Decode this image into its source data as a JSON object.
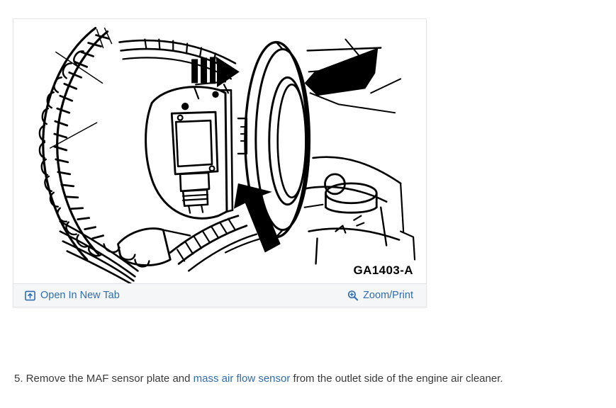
{
  "figure": {
    "code_label": "GA1403-A",
    "alt": "Exploded view of MAF sensor plate and mass air flow sensor at engine air cleaner outlet",
    "actions": {
      "open_new_tab": {
        "label": "Open In New Tab",
        "icon": "external-link-icon"
      },
      "zoom_print": {
        "label": "Zoom/Print",
        "icon": "magnifier-plus-icon"
      }
    }
  },
  "step": {
    "number": "5.",
    "text_before": " Remove the MAF sensor plate and ",
    "link_text": "mass air flow sensor",
    "text_after": " from the outlet side of the engine air cleaner."
  },
  "colors": {
    "link": "#2f6cb0",
    "body_text": "#3a3a3a",
    "action_bar_bg": "#f4f6f8",
    "card_border": "#e3e4e6",
    "line_art": "#000000"
  }
}
